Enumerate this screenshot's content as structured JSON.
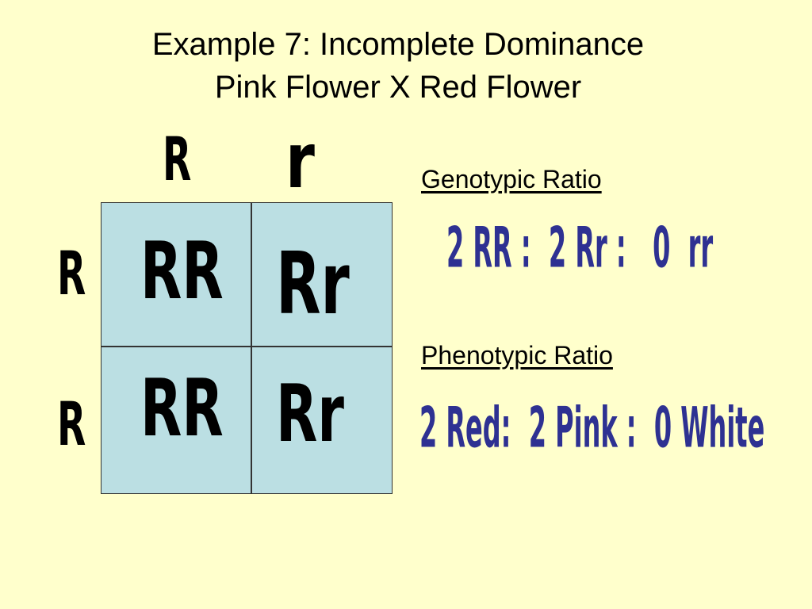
{
  "title": {
    "line1": "Example 7: Incomplete Dominance",
    "line2": "Pink Flower X Red Flower"
  },
  "punnett": {
    "top_alleles": [
      "R",
      "r"
    ],
    "side_alleles": [
      "R",
      "R"
    ],
    "cells": [
      [
        "RR",
        "Rr"
      ],
      [
        "RR",
        "Rr"
      ]
    ]
  },
  "genotypic": {
    "heading": "Genotypic Ratio",
    "value": "2 RR :  2 Rr :   0  rr"
  },
  "phenotypic": {
    "heading": "Phenotypic Ratio",
    "value": "2 Red:  2 Pink :  0 White"
  },
  "colors": {
    "background": "#ffffcc",
    "grid_fill": "#bbdfe3",
    "ratio_text": "#2e3192"
  }
}
